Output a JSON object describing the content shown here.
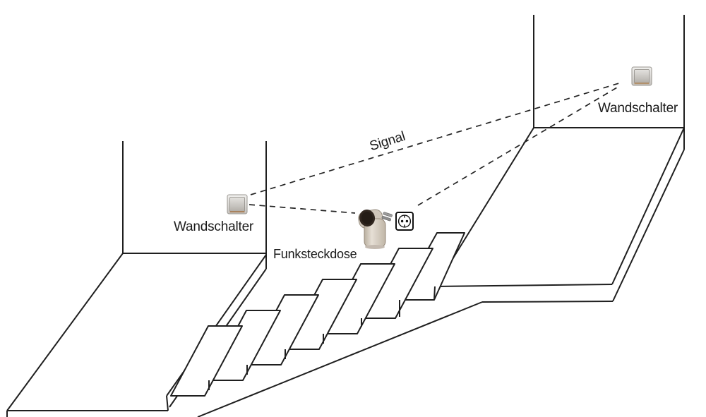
{
  "diagram": {
    "title_hint": "Wireless stair-lighting wiring diagram (two wall switches control one radio plug socket)",
    "labels": {
      "switch_lower": "Wandschalter",
      "switch_upper": "Wandschalter",
      "socket": "Funksteckdose",
      "signal": "Signal"
    },
    "icons": [
      {
        "name": "wall-switch-photo-lower",
        "meaning": "push-button wall switch on lower-floor wall"
      },
      {
        "name": "wall-switch-photo-upper",
        "meaning": "push-button wall switch on upper-floor wall"
      },
      {
        "name": "radio-plug-photo",
        "meaning": "radio-controlled plug adapter (Funksteckdose)"
      },
      {
        "name": "schuko-socket-icon",
        "meaning": "schematic schuko mains socket symbol"
      }
    ],
    "connections": [
      {
        "from": "wall-switch-lower",
        "to": "wall-switch-upper",
        "style": "dashed",
        "label": "Signal"
      },
      {
        "from": "wall-switch-lower",
        "to": "radio-plug",
        "style": "dashed",
        "label": ""
      },
      {
        "from": "radio-plug-socket-symbol",
        "to": "wall-switch-upper",
        "style": "dashed",
        "label": ""
      }
    ],
    "scene": {
      "elements": [
        "lower landing",
        "seven stair steps",
        "upper landing",
        "lower wall corner",
        "upper wall corner"
      ],
      "steps_count": 7
    },
    "colors": {
      "background": "#ffffff",
      "line": "#1f1f1f",
      "text": "#1a1a1a",
      "switch_body": "#d8d6d2",
      "switch_bottom_trim": "#a87c52",
      "plug_body": "#d8d0c4",
      "plug_opening": "#30261f"
    }
  }
}
